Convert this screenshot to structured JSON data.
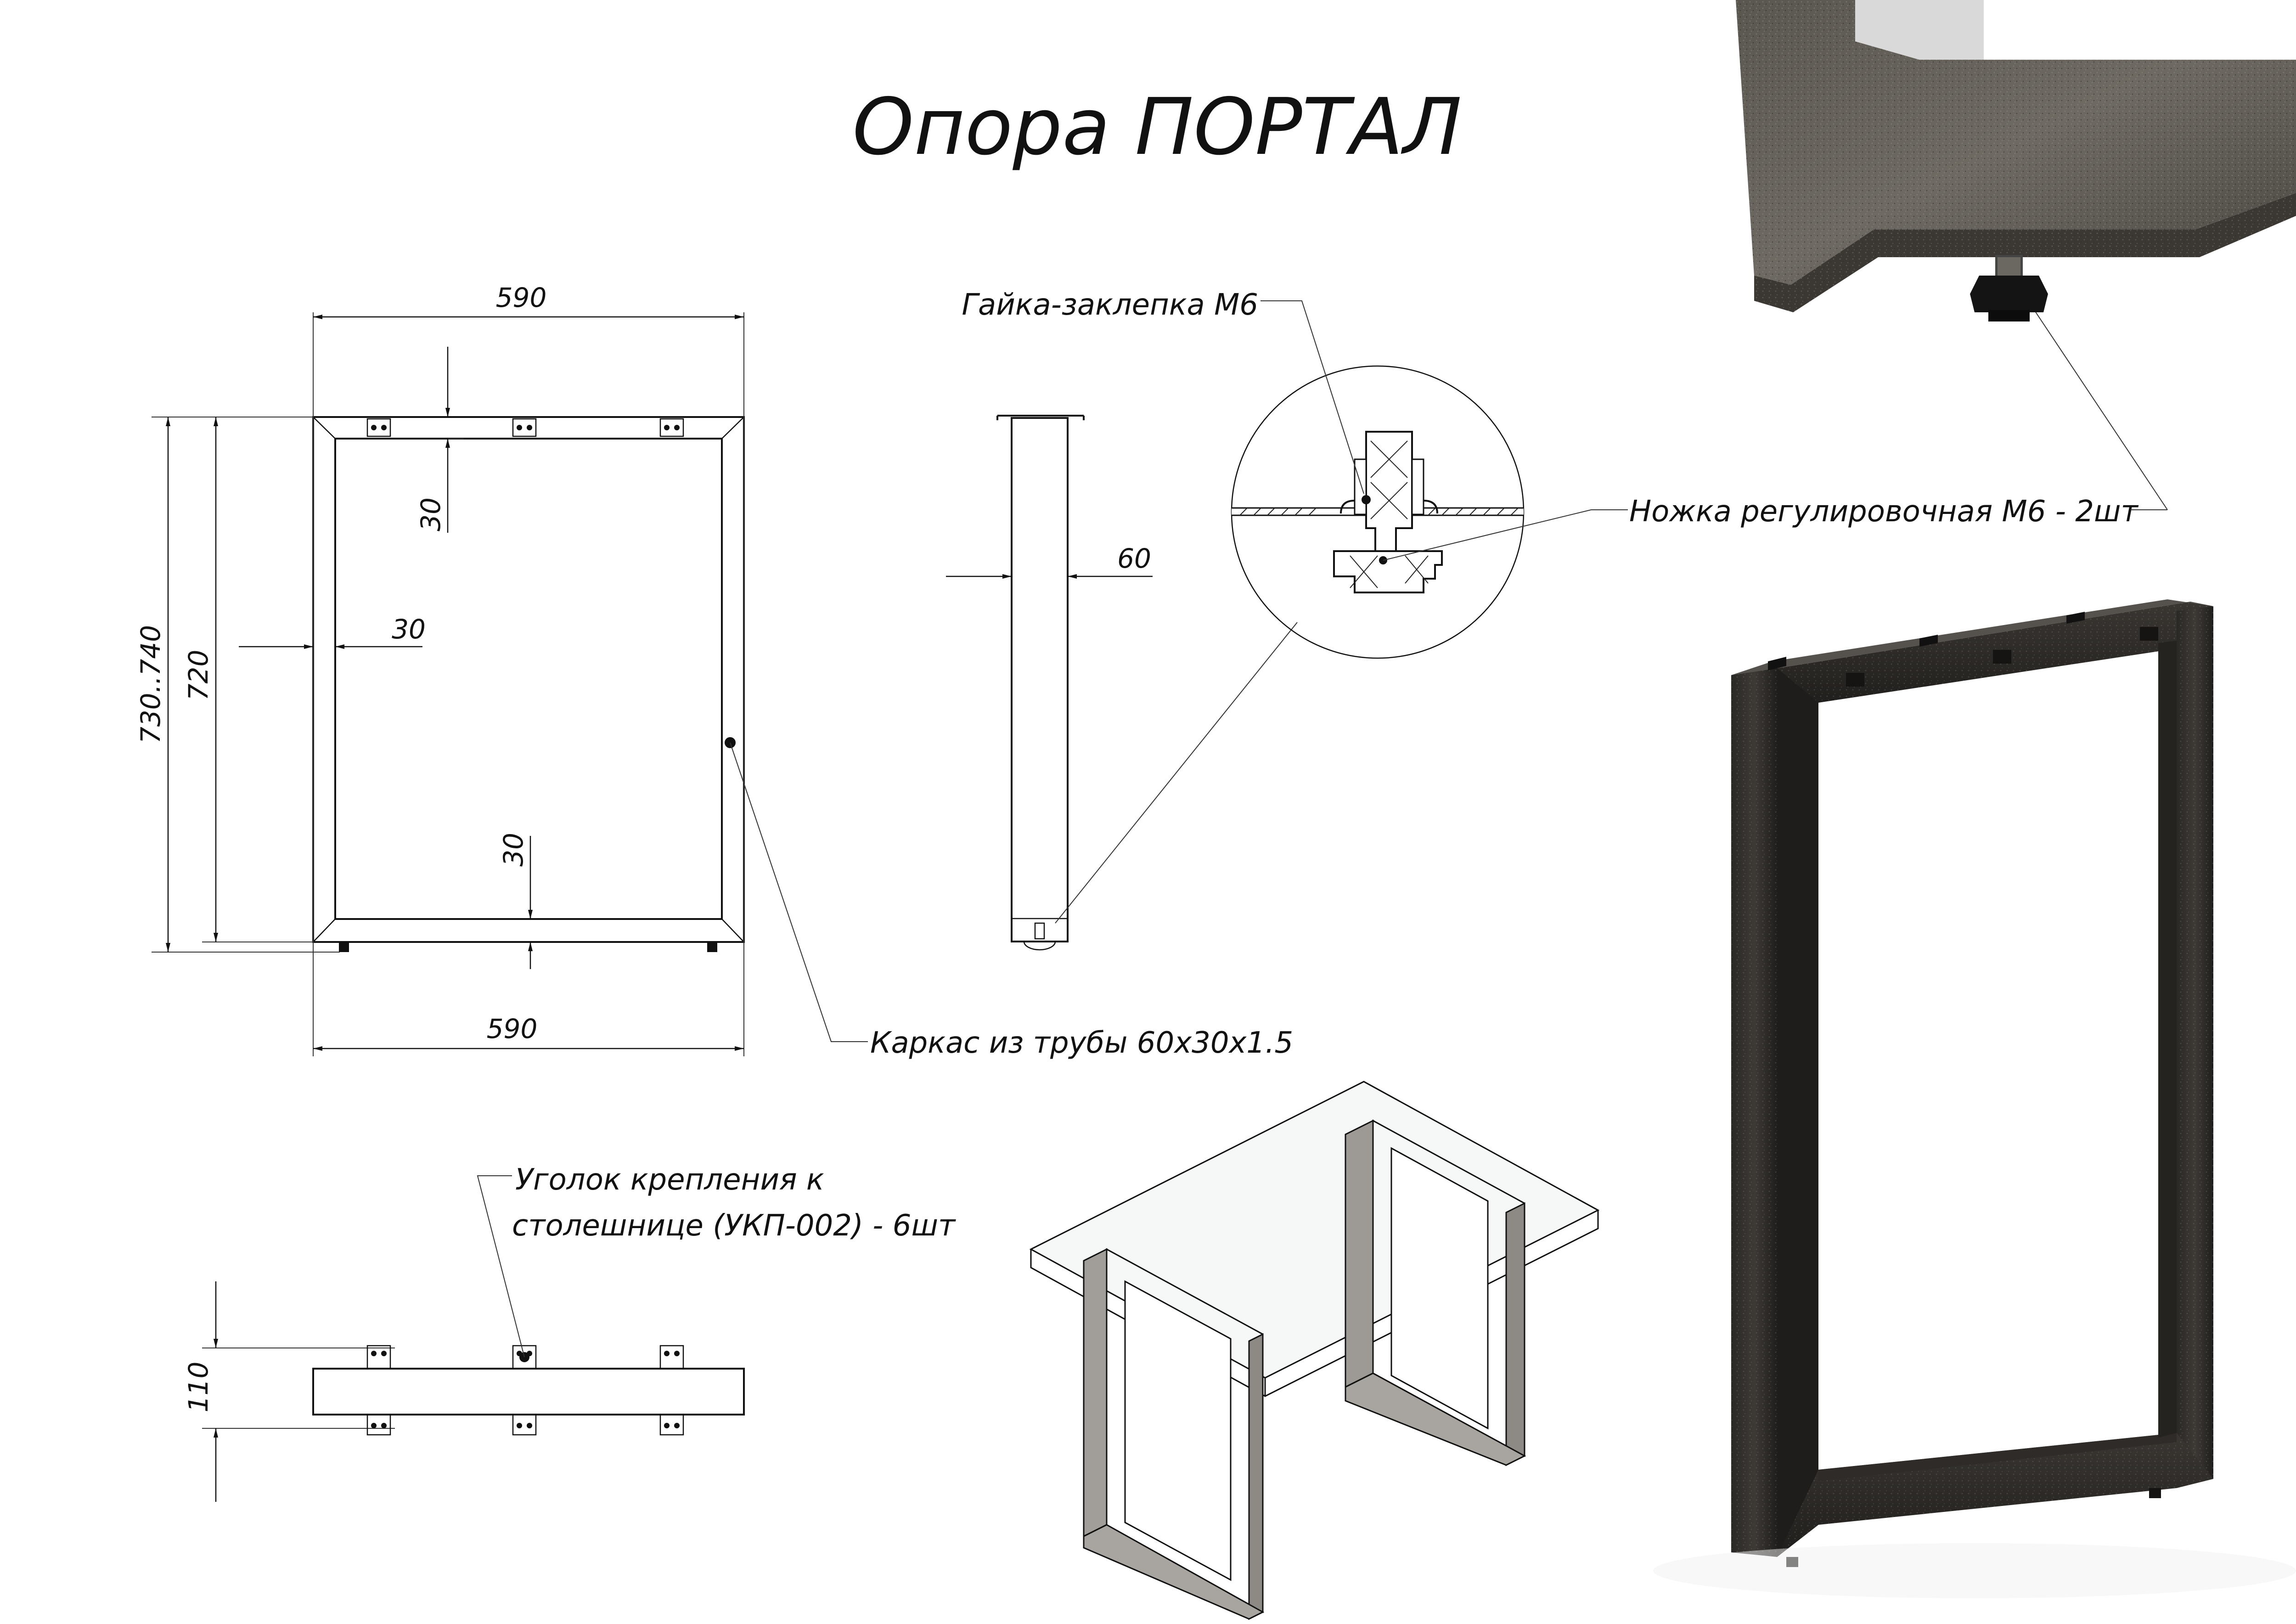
{
  "title": "Опора ПОРТАЛ",
  "labels": {
    "nut_rivet": "Гайка-заклепка М6",
    "adjust_foot": "Ножка регулировочная М6 - 2шт",
    "frame_tube": "Каркас из трубы 60х30х1.5",
    "corner_line1": "Уголок крепления к",
    "corner_line2": "столешнице (УКП-002) - 6шт"
  },
  "dimensions": {
    "width_top": "590",
    "width_bottom": "590",
    "overall_height": "730..740",
    "frame_height": "720",
    "top_tube": "30",
    "side_tube": "30",
    "bottom_tube": "30",
    "side_depth": "60",
    "top_depth": "110"
  },
  "colors": {
    "line": "#111111",
    "metal_dark": "#2b2926",
    "metal_mid": "#4a4642",
    "glass": "#f4f6f6"
  }
}
